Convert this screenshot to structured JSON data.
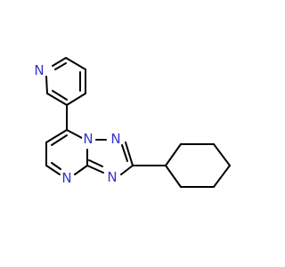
{
  "molecule": {
    "name": "",
    "atoms": [
      {
        "id": "N_py",
        "element": "N",
        "label": "N",
        "color": "#3333cc"
      },
      {
        "id": "N1",
        "element": "N",
        "label": "N",
        "color": "#3333cc"
      },
      {
        "id": "N2",
        "element": "N",
        "label": "N",
        "color": "#3333cc"
      },
      {
        "id": "N3",
        "element": "N",
        "label": "N",
        "color": "#3333cc"
      },
      {
        "id": "N4",
        "element": "N",
        "label": "N",
        "color": "#3333cc"
      }
    ],
    "bond_color": "#000000"
  }
}
